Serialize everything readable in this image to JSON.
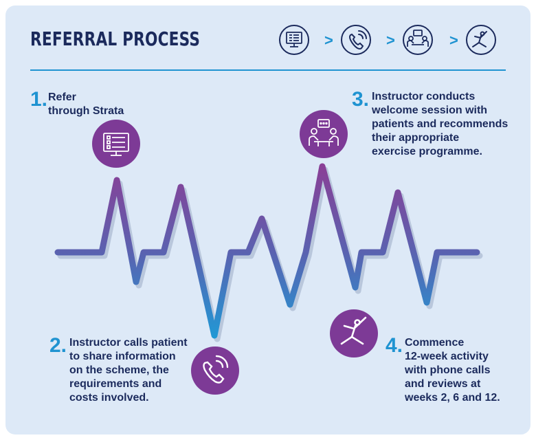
{
  "title": "REFERRAL PROCESS",
  "header_flow": {
    "icons": [
      "computer-checklist-icon",
      "phone-call-icon",
      "meeting-icon",
      "exercise-pose-icon"
    ],
    "separator": ">"
  },
  "colors": {
    "background": "#dde9f7",
    "navy": "#1b2a5c",
    "accent_blue": "#1f93d1",
    "purple": "#7d3a96"
  },
  "steps": [
    {
      "number": "1.",
      "text": "Refer\nthrough Strata",
      "icon": "computer-checklist-icon"
    },
    {
      "number": "2.",
      "text": "Instructor calls patient\nto share information\non the scheme, the\nrequirements and\ncosts involved.",
      "icon": "phone-call-icon"
    },
    {
      "number": "3.",
      "text": "Instructor conducts\nwelcome session with\npatients and recommends\ntheir appropriate\nexercise programme.",
      "icon": "meeting-icon"
    },
    {
      "number": "4.",
      "text": "Commence\n12-week activity\nwith phone calls\nand reviews at\nweeks 2, 6 and 12.",
      "icon": "exercise-pose-icon"
    }
  ]
}
